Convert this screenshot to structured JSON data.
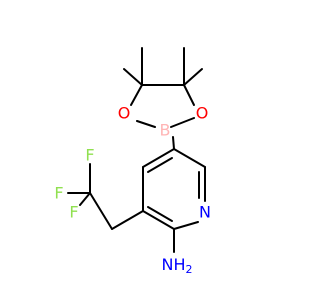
{
  "molecule": {
    "atoms": [
      {
        "id": "O1",
        "label": "O",
        "color": "#ff0000"
      },
      {
        "id": "O2",
        "label": "O",
        "color": "#ff0000"
      },
      {
        "id": "B",
        "label": "B",
        "color": "#ffb5b5"
      },
      {
        "id": "N",
        "label": "N",
        "color": "#0000ff"
      },
      {
        "id": "NH2",
        "label": "NH",
        "subscript": "2",
        "color": "#0000ff"
      },
      {
        "id": "F1",
        "label": "F",
        "color": "#90e050"
      },
      {
        "id": "F2",
        "label": "F",
        "color": "#90e050"
      },
      {
        "id": "F3",
        "label": "F",
        "color": "#90e050"
      }
    ]
  }
}
